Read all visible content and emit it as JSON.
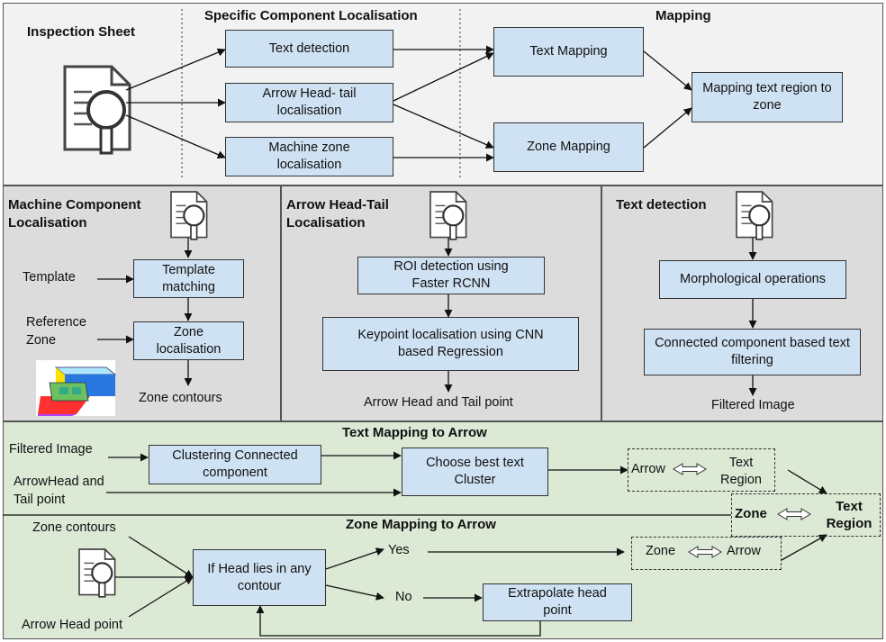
{
  "top": {
    "inspection_sheet": "Inspection Sheet",
    "specific_header": "Specific Component Localisation",
    "mapping_header": "Mapping",
    "text_detection": "Text detection",
    "arrow_head_tail": "Arrow Head- tail localisation",
    "machine_zone": "Machine zone localisation",
    "text_mapping": "Text Mapping",
    "zone_mapping": "Zone Mapping",
    "mapping_text_region": "Mapping text region to zone"
  },
  "machine": {
    "title": "Machine Component Localisation",
    "template": "Template",
    "template_matching": "Template matching",
    "reference_zone": "Reference Zone",
    "zone_localisation": "Zone localisation",
    "zone_contours": "Zone contours"
  },
  "arrow": {
    "title": "Arrow Head-Tail Localisation",
    "roi": "ROI detection using Faster RCNN",
    "keypoint": "Keypoint localisation using CNN based Regression",
    "output": "Arrow Head and Tail point"
  },
  "textdet": {
    "title": "Text detection",
    "morph": "Morphological operations",
    "connected": "Connected component based text filtering",
    "output": "Filtered Image"
  },
  "text_to_arrow": {
    "title": "Text Mapping to Arrow",
    "filtered_image": "Filtered Image",
    "arrowhead_tail": "ArrowHead and Tail point",
    "clustering": "Clustering Connected component",
    "choose": "Choose best text Cluster",
    "arrow": "Arrow",
    "text_region": "Text Region"
  },
  "final": {
    "zone": "Zone",
    "text_region": "Text Region"
  },
  "zone_to_arrow": {
    "title": "Zone Mapping to Arrow",
    "zone_contours": "Zone contours",
    "arrow_head_point": "Arrow Head point",
    "condition": "If Head lies in any contour",
    "yes": "Yes",
    "no": "No",
    "extrapolate": "Extrapolate head point",
    "zone": "Zone",
    "arrow": "Arrow"
  },
  "colors": {
    "box_fill": "#cfe2f3",
    "top_bg": "#f2f2f2",
    "mid_bg": "#dcdcdc",
    "bottom_bg": "#dbe9d5"
  },
  "icons": [
    "document-search-icon",
    "double-arrow-icon",
    "machine-3d-icon"
  ]
}
